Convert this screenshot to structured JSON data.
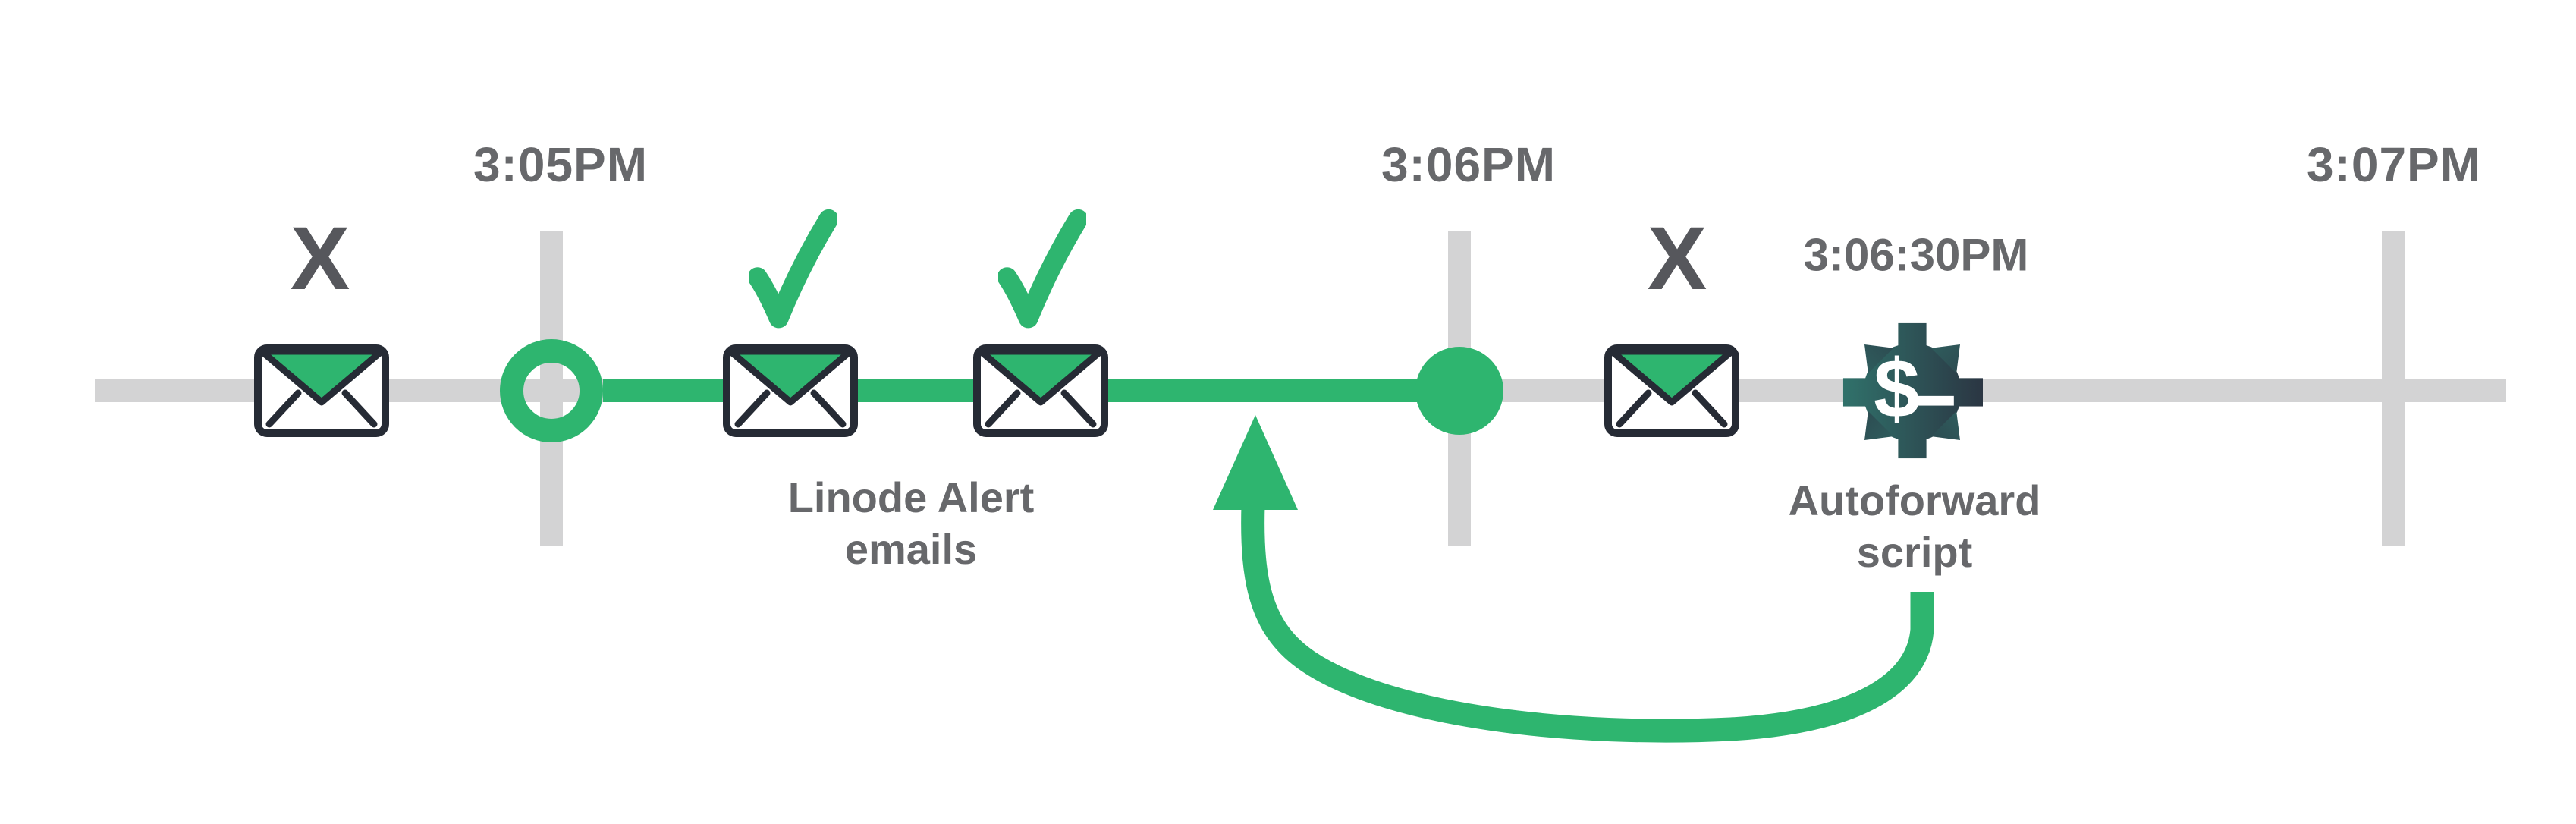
{
  "colors": {
    "background": "#FFFFFF",
    "green": "#2EB56F",
    "track_gray": "#D3D3D4",
    "label_gray": "#67686B",
    "x_gray": "#56575C",
    "envelope_ink": "#262B35",
    "gear_teal": "#30726B",
    "gear_navy": "#2B3643",
    "glyph_white": "#FFFFFF"
  },
  "timeline": {
    "time_labels": [
      "3:05PM",
      "3:06PM",
      "3:07PM"
    ],
    "script_time_label": "3:06:30PM"
  },
  "captions": {
    "alert": {
      "line1": "Linode Alert",
      "line2": "emails"
    },
    "script": {
      "line1": "Autoforward",
      "line2": "script"
    }
  },
  "marks": {
    "missed": "X",
    "dollar": "$"
  },
  "icons": {
    "envelope": "envelope-icon",
    "check": "checkmark-icon",
    "ring": "open-circle-marker",
    "dot": "filled-circle-marker",
    "gear": "gear-dollar-icon",
    "arrow": "curved-return-arrow"
  }
}
